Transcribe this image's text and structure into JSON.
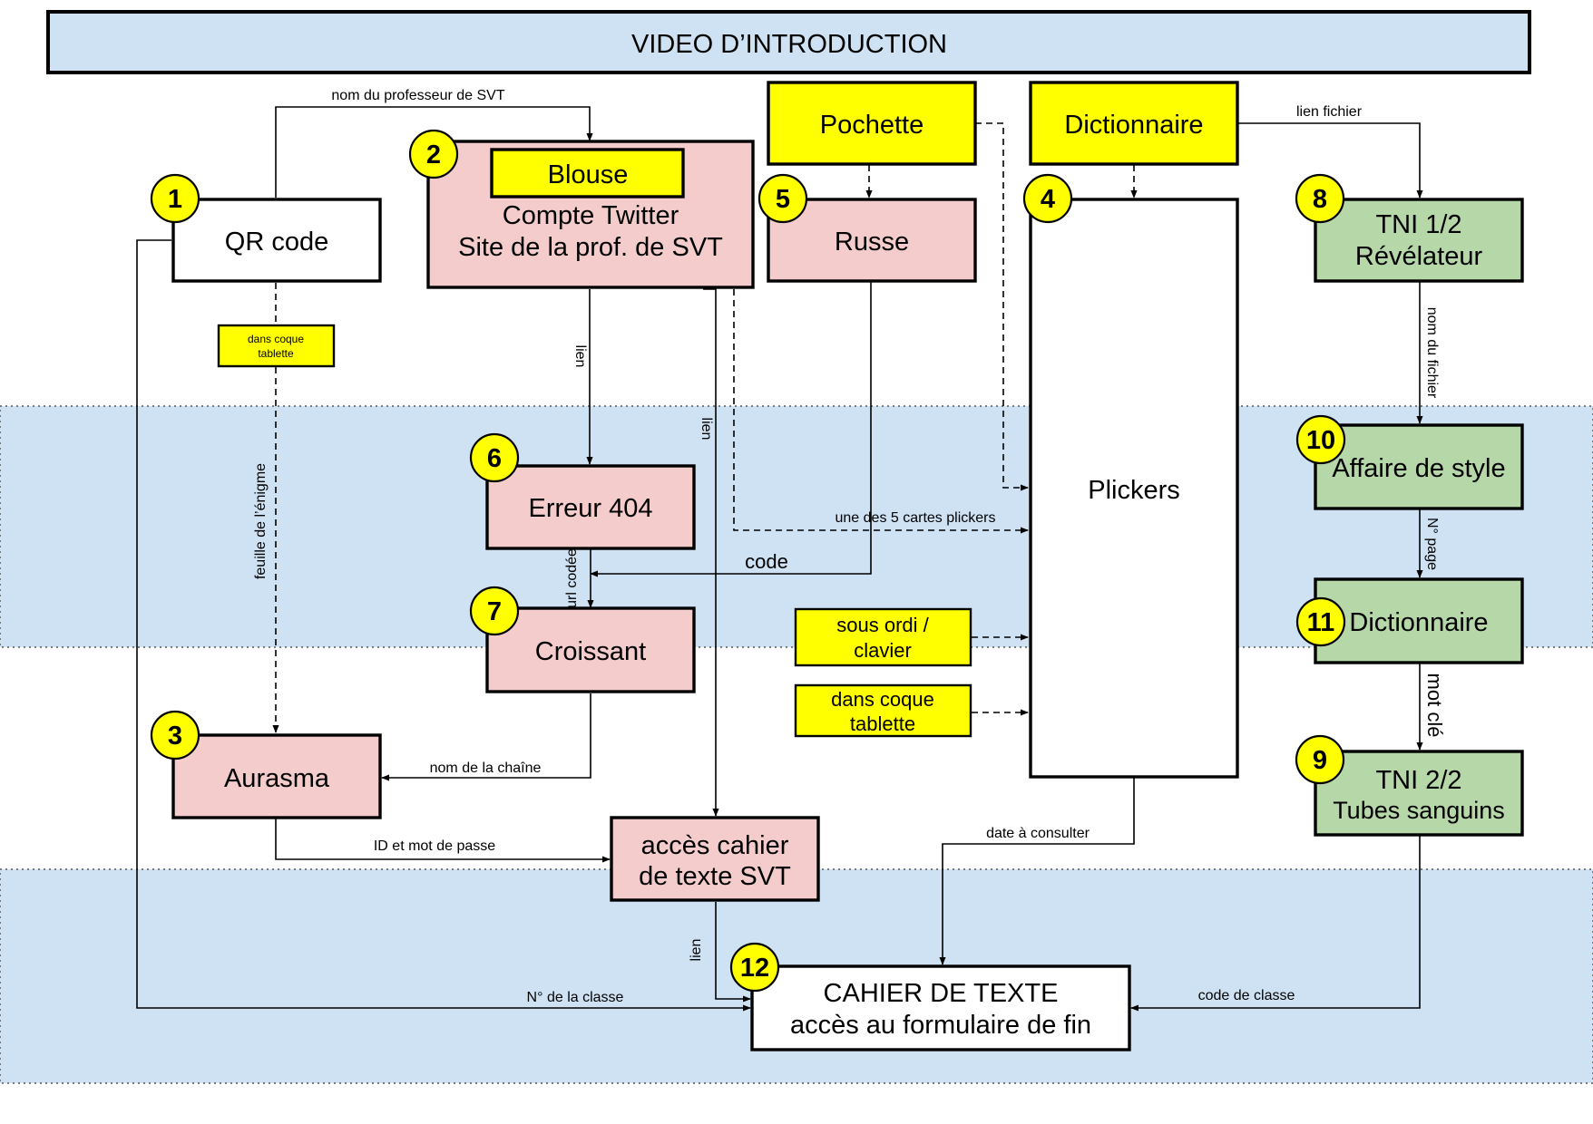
{
  "title": "VIDEO D’INTRODUCTION",
  "nodes": {
    "n1": {
      "badge": "1",
      "label": "QR code"
    },
    "n2": {
      "badge": "2",
      "tag": "Blouse",
      "line1": "Compte Twitter",
      "line2": "Site de la prof. de SVT"
    },
    "n3": {
      "badge": "3",
      "label": "Aurasma"
    },
    "n4": {
      "badge": "4",
      "label": "Plickers"
    },
    "n5": {
      "badge": "5",
      "label": "Russe"
    },
    "n6": {
      "badge": "6",
      "label": "Erreur 404"
    },
    "n7": {
      "badge": "7",
      "label": "Croissant"
    },
    "n8": {
      "badge": "8",
      "line1": "TNI 1/2",
      "line2": "Révélateur"
    },
    "n9": {
      "badge": "9",
      "line1": "TNI 2/2",
      "line2": "Tubes sanguins"
    },
    "n10": {
      "badge": "10",
      "label": "Affaire de style"
    },
    "n11": {
      "badge": "11",
      "label": "Dictionnaire"
    },
    "n12": {
      "badge": "12",
      "line1": "CAHIER DE TEXTE",
      "line2": "accès au formulaire de fin"
    },
    "acces": {
      "line1": "accès cahier",
      "line2": "de texte SVT"
    },
    "pochette": {
      "label": "Pochette"
    },
    "dictionnaire_top": {
      "label": "Dictionnaire"
    },
    "coque_small": {
      "line1": "dans coque",
      "line2": "tablette"
    },
    "sous_ordi": {
      "line1": "sous ordi /",
      "line2": "clavier"
    },
    "coque_big": {
      "line1": "dans coque",
      "line2": "tablette"
    }
  },
  "edges": {
    "nom_prof": "nom du professeur de SVT",
    "lien_fichier": "lien fichier",
    "lien_2_6": "lien",
    "lien_2_12": "lien",
    "feuille": "feuille de l’énigme",
    "une_des_5": "une des 5 cartes plickers",
    "code": "code",
    "url_codee": "url codée",
    "nom_chaine": "nom de la chaîne",
    "id_mdp": "ID et mot de passe",
    "date": "date à consulter",
    "lien_acces_12": "lien",
    "num_classe": "N° de la classe",
    "code_classe": "code de classe",
    "nom_fichier": "nom du fichier",
    "num_page": "N° page",
    "mot_cle": "mot clé"
  }
}
